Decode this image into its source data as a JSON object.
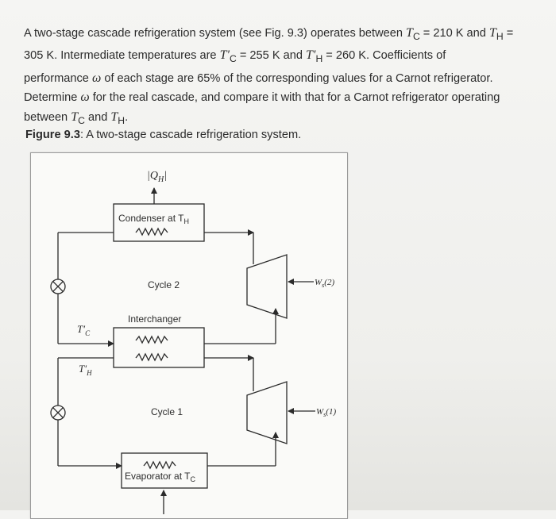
{
  "problem": {
    "line1_a": "A two-stage cascade refrigeration system (see Fig. 9.3) operates between ",
    "line1_tc": "T",
    "line1_tc_sub": "C",
    "line1_b": " = 210 K and ",
    "line1_th": "T",
    "line1_th_sub": "H",
    "line1_c": " =",
    "line2_a": "305 K. Intermediate temperatures are ",
    "line2_tcp": "T′",
    "line2_tcp_sub": "C",
    "line2_b": " = 255 K and ",
    "line2_thp": "T′",
    "line2_thp_sub": "H",
    "line2_c": " = 260 K. Coefficients of",
    "line3_a": "performance ",
    "line3_omega": "ω",
    "line3_b": " of each stage are 65% of the corresponding values for a Carnot refrigerator.",
    "line4_a": "Determine ",
    "line4_omega": "ω",
    "line4_b": " for the real cascade, and compare it with that for a Carnot refrigerator operating",
    "line5_a": "between ",
    "line5_tc": "T",
    "line5_tc_sub": "C",
    "line5_b": " and ",
    "line5_th": "T",
    "line5_th_sub": "H",
    "line5_c": "."
  },
  "figure": {
    "caption_label": "Figure 9.3",
    "caption_text": ": A two-stage cascade refrigeration system.",
    "qh_label": "|Q",
    "qh_sub": "H",
    "qh_end": "|",
    "condenser_label": "Condenser at T",
    "condenser_sub": "H",
    "cycle2_label": "Cycle 2",
    "interchanger_label": "Interchanger",
    "cycle1_label": "Cycle 1",
    "evaporator_label": "Evaporator at T",
    "evaporator_sub": "C",
    "tc_prime_label": "T′",
    "tc_prime_sub": "C",
    "th_prime_label": "T′",
    "th_prime_sub": "H",
    "w2_label": "W",
    "w2_sub": "s",
    "w2_end": "(2)",
    "w1_label": "W",
    "w1_sub": "s",
    "w1_end": "(1)"
  },
  "colors": {
    "ink": "#2b2b2b",
    "page": "#f3f3f1",
    "figure_border": "#9a9a9a"
  }
}
